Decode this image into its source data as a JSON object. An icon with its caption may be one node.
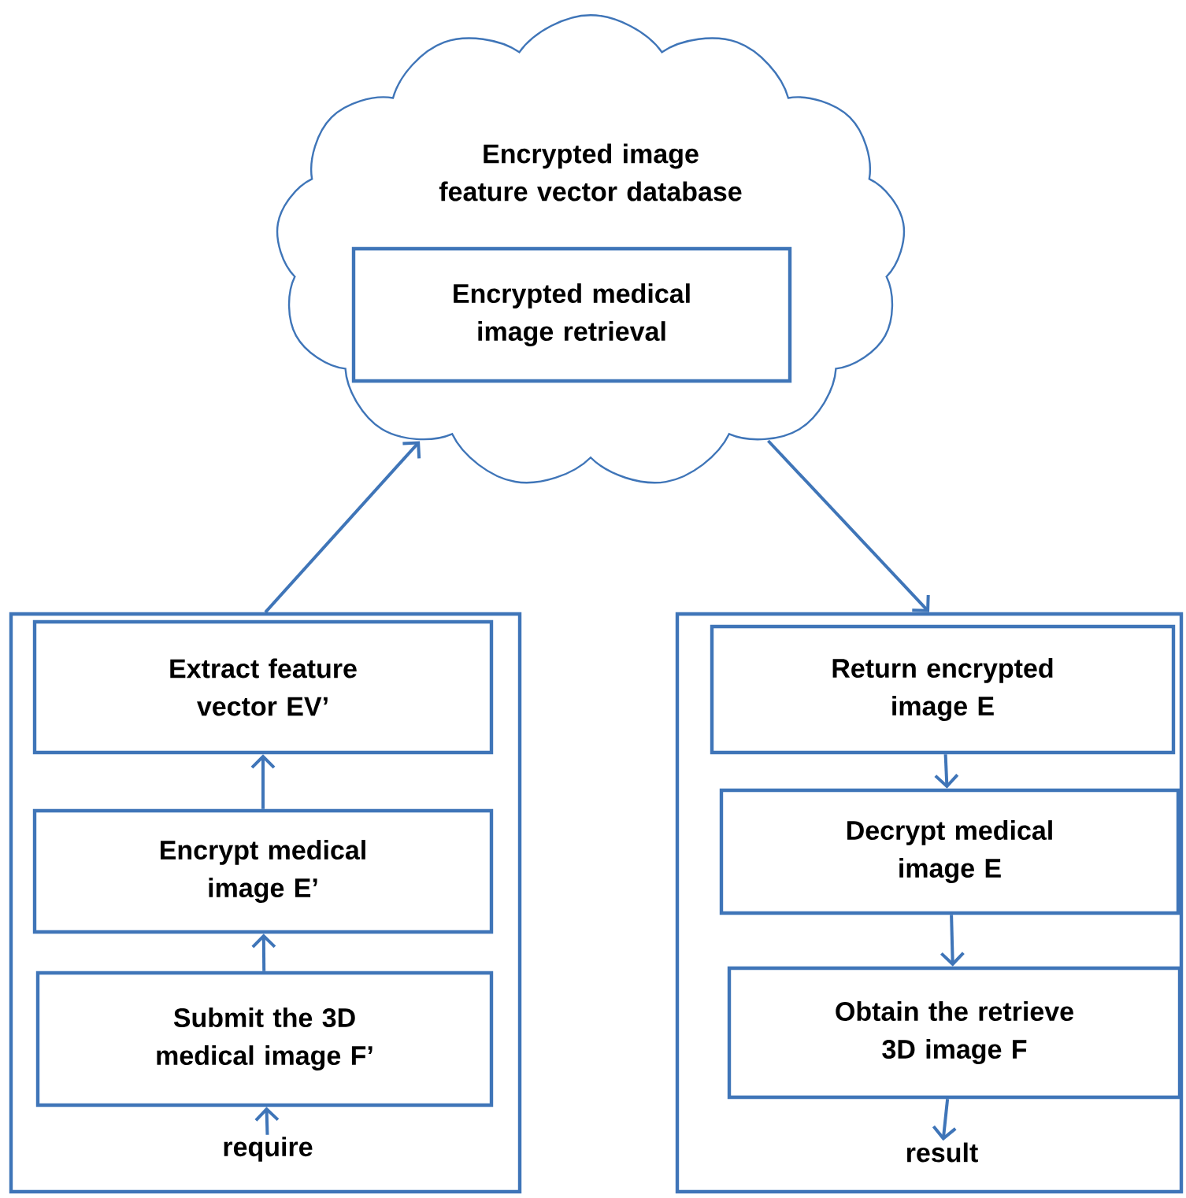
{
  "diagram": {
    "nodes": [
      {
        "text": [
          "Encrypted image feature vector database"
        ]
      },
      {
        "text": [
          "Encrypted medical image retrieval"
        ],
        "in": 0
      },
      {
        "text": [],
        "shape": "box"
      },
      {
        "text": [
          "Extract feature vector EV’"
        ],
        "in": 2
      },
      {
        "text": [
          "Encrypt medical image E’"
        ],
        "in": 2
      },
      {
        "text": [
          "Submit the 3D medical image F’"
        ],
        "in": 2
      },
      {
        "text": [
          "require"
        ],
        "in": 2
      },
      {
        "text": [],
        "shape": "box"
      },
      {
        "text": [
          "Return encrypted image E"
        ],
        "in": 7
      },
      {
        "text": [
          "Decrypt  medical image E"
        ],
        "in": 7
      },
      {
        "text": [
          "Obtain the retrieve 3D image F"
        ],
        "in": 7
      },
      {
        "text": [
          "result"
        ],
        "in": 7
      }
    ],
    "edges": [
      {
        "from": 2,
        "to": 0,
        "arrow": "to"
      },
      {
        "from": 0,
        "to": 7,
        "arrow": "to"
      },
      {
        "from": 6,
        "to": 5,
        "arrow": "to"
      },
      {
        "from": 5,
        "to": 4,
        "arrow": "to"
      },
      {
        "from": 4,
        "to": 3,
        "arrow": "to"
      },
      {
        "from": 8,
        "to": 9,
        "arrow": "to"
      },
      {
        "from": 9,
        "to": 10,
        "arrow": "to"
      },
      {
        "from": 10,
        "to": 11,
        "arrow": "to"
      }
    ]
  }
}
